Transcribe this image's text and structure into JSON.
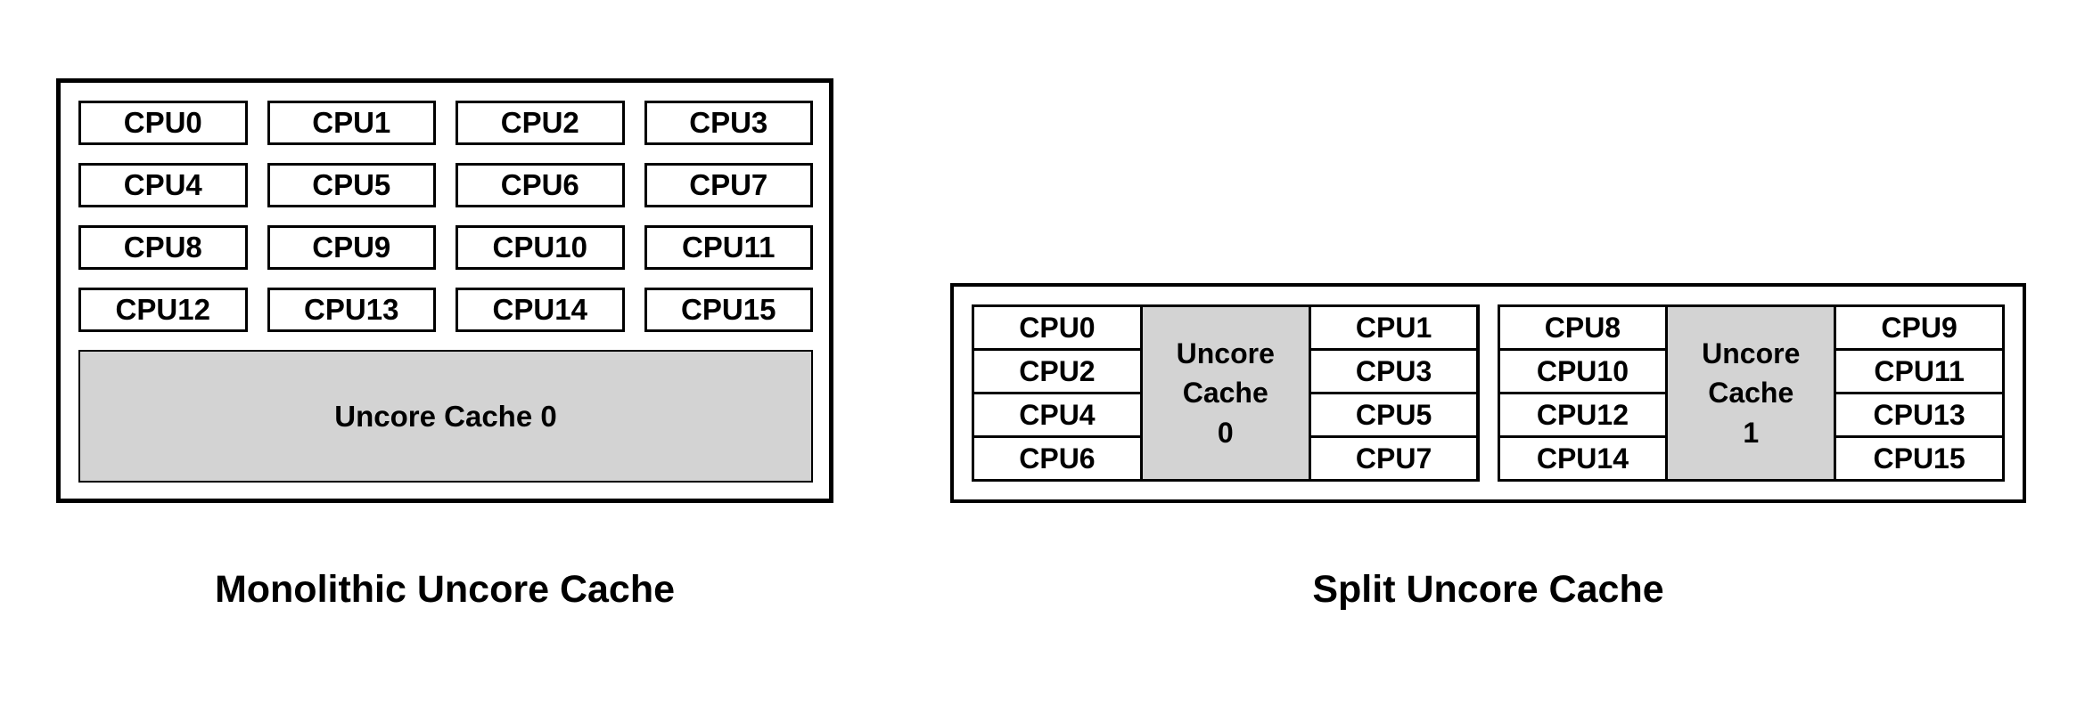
{
  "colors": {
    "border": "#000000",
    "cache_fill": "#d3d3d3",
    "text": "#000000",
    "background": "#ffffff"
  },
  "figures": {
    "monolithic": {
      "caption": "Monolithic Uncore Cache",
      "cpus": [
        "CPU0",
        "CPU1",
        "CPU2",
        "CPU3",
        "CPU4",
        "CPU5",
        "CPU6",
        "CPU7",
        "CPU8",
        "CPU9",
        "CPU10",
        "CPU11",
        "CPU12",
        "CPU13",
        "CPU14",
        "CPU15"
      ],
      "cache_label": "Uncore Cache 0"
    },
    "split": {
      "caption": "Split Uncore Cache",
      "clusters": [
        {
          "left_cpus": [
            "CPU0",
            "CPU2",
            "CPU4",
            "CPU6"
          ],
          "cache_label": "Uncore\nCache\n0",
          "right_cpus": [
            "CPU1",
            "CPU3",
            "CPU5",
            "CPU7"
          ]
        },
        {
          "left_cpus": [
            "CPU8",
            "CPU10",
            "CPU12",
            "CPU14"
          ],
          "cache_label": "Uncore\nCache\n1",
          "right_cpus": [
            "CPU9",
            "CPU11",
            "CPU13",
            "CPU15"
          ]
        }
      ]
    }
  }
}
